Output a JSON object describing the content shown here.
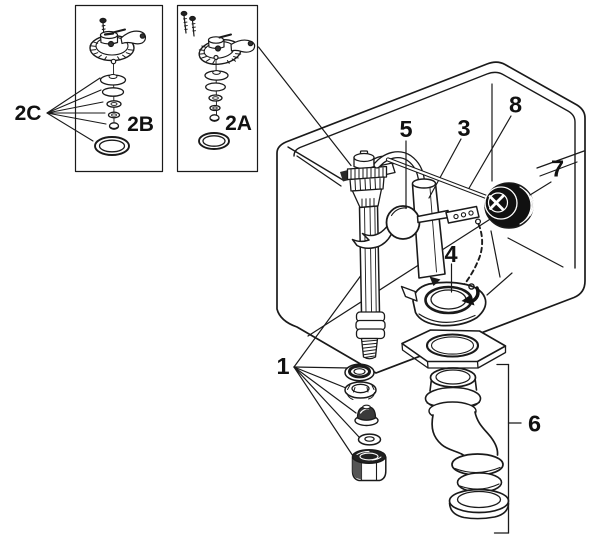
{
  "figure": {
    "background_color": "#ffffff",
    "line_color": "#1a1a1a",
    "callouts": {
      "c1": "1",
      "c2a": "2A",
      "c2b": "2B",
      "c2c": "2C",
      "c3": "3",
      "c4": "4",
      "c5": "5",
      "c6": "6",
      "c7": "7",
      "c8": "8"
    }
  }
}
